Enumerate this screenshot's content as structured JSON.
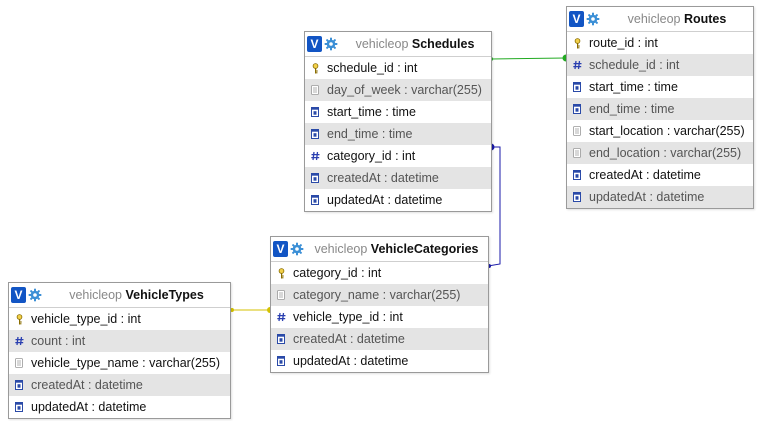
{
  "colors": {
    "header_button": "#1255c4",
    "gear": "#3b8fd6",
    "alt_row": "#e4e4e4",
    "link_schedules_routes": "#22aa22",
    "link_schedules_categories": "#1a1aa8",
    "link_types_categories": "#d4c200"
  },
  "icons": {
    "header_v": "V",
    "key": "key-icon",
    "number": "hash-icon",
    "text": "text-icon",
    "time": "clock-icon"
  },
  "tables": {
    "schedules": {
      "db": "vehicleop",
      "name": "Schedules",
      "columns": [
        {
          "text": "schedule_id : int",
          "icon": "key"
        },
        {
          "text": "day_of_week : varchar(255)",
          "icon": "text"
        },
        {
          "text": "start_time : time",
          "icon": "time"
        },
        {
          "text": "end_time : time",
          "icon": "time"
        },
        {
          "text": "category_id : int",
          "icon": "number"
        },
        {
          "text": "createdAt : datetime",
          "icon": "time"
        },
        {
          "text": "updatedAt : datetime",
          "icon": "time"
        }
      ]
    },
    "routes": {
      "db": "vehicleop",
      "name": "Routes",
      "columns": [
        {
          "text": "route_id : int",
          "icon": "key"
        },
        {
          "text": "schedule_id : int",
          "icon": "number"
        },
        {
          "text": "start_time : time",
          "icon": "time"
        },
        {
          "text": "end_time : time",
          "icon": "time"
        },
        {
          "text": "start_location : varchar(255)",
          "icon": "text"
        },
        {
          "text": "end_location : varchar(255)",
          "icon": "text"
        },
        {
          "text": "createdAt : datetime",
          "icon": "time"
        },
        {
          "text": "updatedAt : datetime",
          "icon": "time"
        }
      ]
    },
    "vehicle_categories": {
      "db": "vehicleop",
      "name": "VehicleCategories",
      "columns": [
        {
          "text": "category_id : int",
          "icon": "key"
        },
        {
          "text": "category_name : varchar(255)",
          "icon": "text"
        },
        {
          "text": "vehicle_type_id : int",
          "icon": "number"
        },
        {
          "text": "createdAt : datetime",
          "icon": "time"
        },
        {
          "text": "updatedAt : datetime",
          "icon": "time"
        }
      ]
    },
    "vehicle_types": {
      "db": "vehicleop",
      "name": "VehicleTypes",
      "columns": [
        {
          "text": "vehicle_type_id : int",
          "icon": "key"
        },
        {
          "text": "count : int",
          "icon": "number"
        },
        {
          "text": "vehicle_type_name : varchar(255)",
          "icon": "text"
        },
        {
          "text": "createdAt : datetime",
          "icon": "time"
        },
        {
          "text": "updatedAt : datetime",
          "icon": "time"
        }
      ]
    }
  }
}
